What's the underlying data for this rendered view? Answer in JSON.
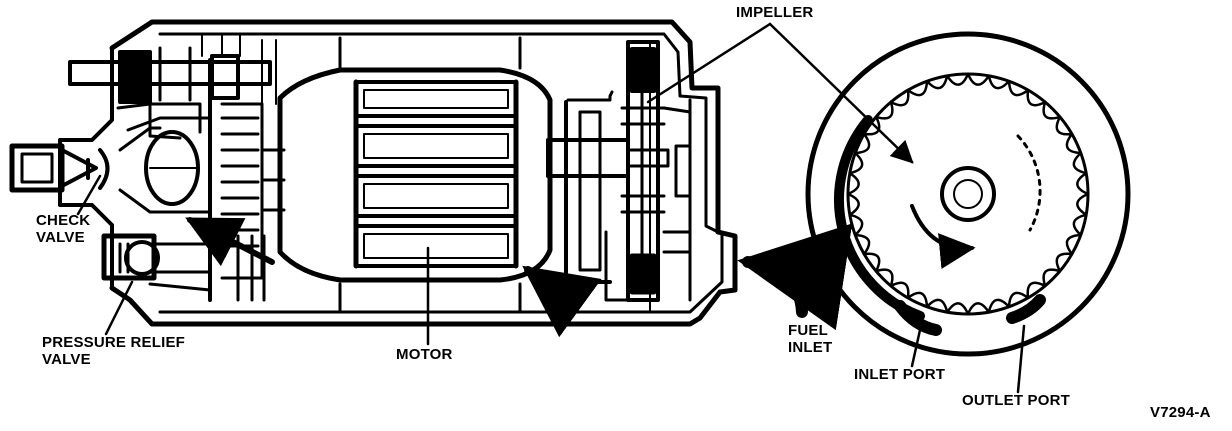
{
  "labels": {
    "impeller": "IMPELLER",
    "check_valve": [
      "CHECK",
      "VALVE"
    ],
    "pressure_relief_valve": [
      "PRESSURE RELIEF",
      "VALVE"
    ],
    "motor": "MOTOR",
    "fuel_inlet": [
      "FUEL",
      "INLET"
    ],
    "inlet_port": "INLET PORT",
    "outlet_port": "OUTLET PORT",
    "figure_code": "V7294-A"
  },
  "colors": {
    "ink": "#000000",
    "paper": "#ffffff"
  }
}
